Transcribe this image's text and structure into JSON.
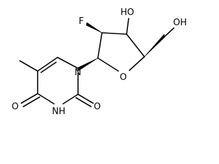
{
  "structure": {
    "atoms": {
      "fluorine": "F",
      "hydroxyl_3": "HO",
      "hydroxyl_5": "OH",
      "ring_oxygen": "O",
      "ring_nitrogen": "N",
      "nh_group": "NH",
      "carbonyl_o_2": "O",
      "carbonyl_o_4": "O"
    },
    "colors": {
      "ink": "#000000",
      "background": "#ffffff"
    }
  }
}
